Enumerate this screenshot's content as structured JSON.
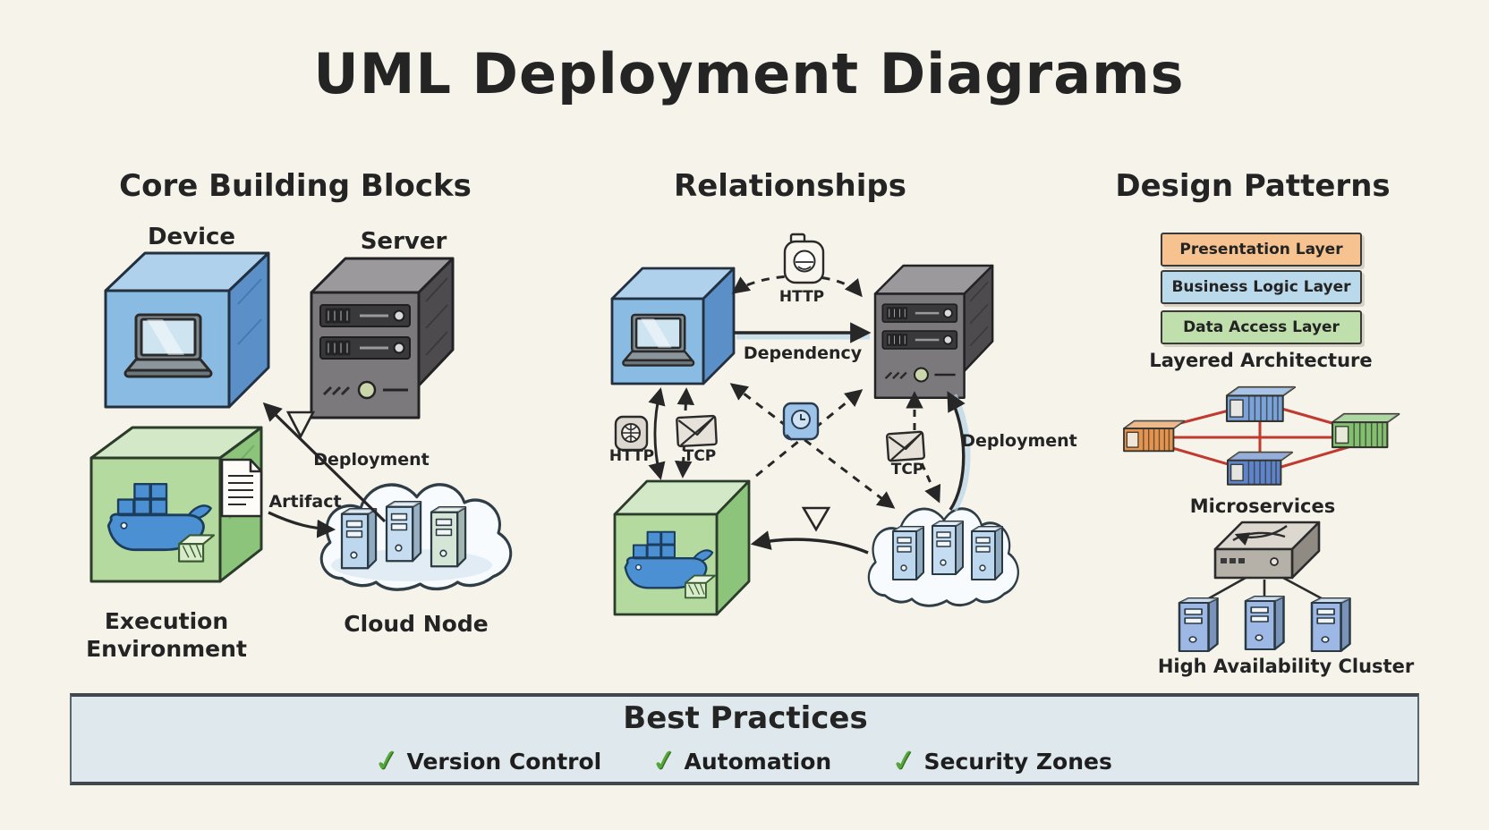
{
  "title": "UML Deployment Diagrams",
  "sections": {
    "core": {
      "heading": "Core Building Blocks",
      "device_label": "Device",
      "server_label": "Server",
      "execution_label": "Execution Environment",
      "cloud_label": "Cloud Node",
      "deployment_label": "Deployment",
      "artifact_label": "Artifact"
    },
    "relationships": {
      "heading": "Relationships",
      "http_top_label": "HTTP",
      "dependency_label": "Dependency",
      "http_left_label": "HTTP",
      "tcp_left_label": "TCP",
      "tcp_right_label": "TCP",
      "deployment_label": "Deployment"
    },
    "patterns": {
      "heading": "Design Patterns",
      "layers": [
        {
          "label": "Presentation Layer",
          "color": "#f6c28f"
        },
        {
          "label": "Business Logic Layer",
          "color": "#badaec"
        },
        {
          "label": "Data Access Layer",
          "color": "#bfe0ad"
        }
      ],
      "layered_caption": "Layered Architecture",
      "microservices_caption": "Microservices",
      "ha_caption": "High Availability Cluster"
    }
  },
  "best_practices": {
    "title": "Best Practices",
    "check_icon": "✓",
    "items": [
      "Version Control",
      "Automation",
      "Security Zones"
    ]
  },
  "colors": {
    "background": "#f6f3ea",
    "ink": "#272727",
    "device_blue_front": "#8abbe2",
    "device_blue_top": "#b0d1ec",
    "device_blue_side": "#5a8fc8",
    "env_green_front": "#b5da9f",
    "env_green_top": "#d3e8c6",
    "env_green_side": "#8cc47c",
    "server_gray_front": "#7b797b",
    "server_gray_top": "#9b999b",
    "server_gray_side": "#4d4b4e",
    "cloud_fill": "#f8fbfd",
    "tower_blue": "#bcd7ee",
    "tower_green": "#d6e6d6",
    "docker_blue": "#4a90d2",
    "mesh_red": "#c03a30",
    "container_orange": "#e6944d",
    "container_blue_light": "#7aa3dc",
    "container_blue_dark": "#5d84ca",
    "container_green": "#82c070",
    "bar_bg": "#dfe9ed",
    "check_green": "#57a63b"
  }
}
